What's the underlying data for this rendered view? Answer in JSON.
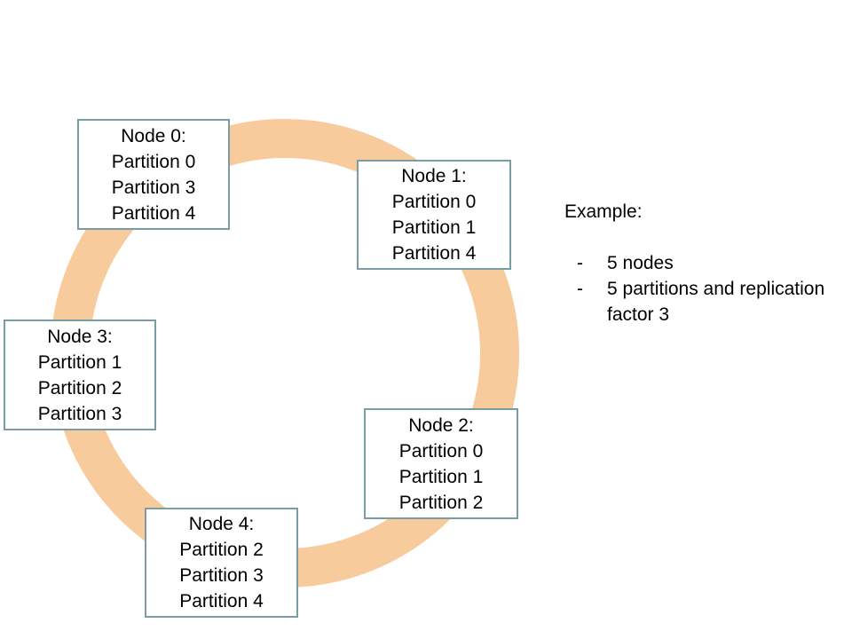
{
  "colors": {
    "ring": "#f8cb9c",
    "box_border": "#7a9da3",
    "background": "#ffffff",
    "text": "#000000"
  },
  "nodes": [
    {
      "title": "Node 0:",
      "partitions": [
        "Partition 0",
        "Partition 3",
        "Partition 4"
      ]
    },
    {
      "title": "Node 1:",
      "partitions": [
        "Partition 0",
        "Partition 1",
        "Partition 4"
      ]
    },
    {
      "title": "Node 2:",
      "partitions": [
        "Partition 0",
        "Partition 1",
        "Partition 2"
      ]
    },
    {
      "title": "Node 3:",
      "partitions": [
        "Partition 1",
        "Partition 2",
        "Partition 3"
      ]
    },
    {
      "title": "Node 4:",
      "partitions": [
        "Partition 2",
        "Partition 3",
        "Partition 4"
      ]
    }
  ],
  "example": {
    "title": "Example:",
    "bullet": "-",
    "items": [
      "5 nodes",
      "5 partitions and replication factor 3"
    ]
  }
}
